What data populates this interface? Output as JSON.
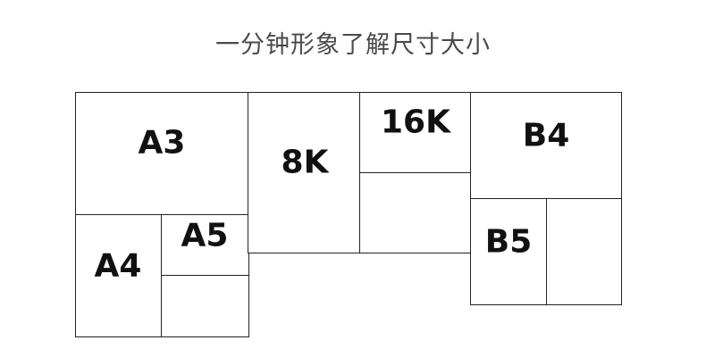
{
  "title": "一分钟形象了解尺寸大小",
  "labels": {
    "a3": "A3",
    "a4": "A4",
    "a5": "A5",
    "k8": "8K",
    "k16": "16K",
    "b4": "B4",
    "b5": "B5"
  }
}
